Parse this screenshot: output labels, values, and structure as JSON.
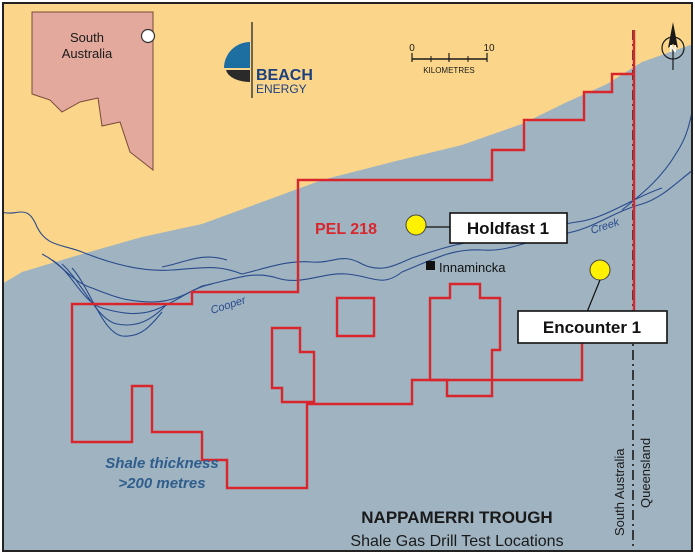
{
  "inset": {
    "label_line1": "South",
    "label_line2": "Australia"
  },
  "logo": {
    "line1": "BEACH",
    "line2": "ENERGY"
  },
  "scale_bar": {
    "min_label": "0",
    "max_label": "10",
    "unit": "KILOMETRES"
  },
  "north_arrow": {
    "label": "N"
  },
  "permit": {
    "label": "PEL 218",
    "color": "#d9262c"
  },
  "wells": [
    {
      "name": "Holdfast 1"
    },
    {
      "name": "Encounter 1"
    }
  ],
  "town": {
    "name": "Innamincka"
  },
  "creek": {
    "label_left": "Cooper",
    "label_right": "Creek"
  },
  "shale_note": {
    "line1": "Shale thickness",
    "line2": ">200 metres"
  },
  "border": {
    "left_state": "South Australia",
    "right_state": "Queensland"
  },
  "title": {
    "main": "NAPPAMERRI TROUGH",
    "sub": "Shale Gas Drill Test Locations"
  },
  "colors": {
    "land": "#fbd68a",
    "trough": "#9fb3c1",
    "inset_state": "#e2a99c",
    "creek": "#2a4b8c",
    "well": "#fff200"
  }
}
